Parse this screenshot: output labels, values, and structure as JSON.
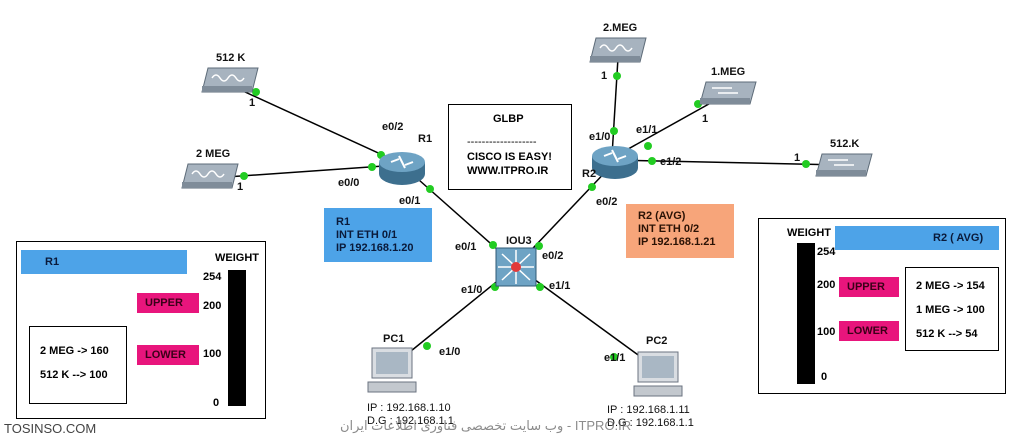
{
  "title_box": {
    "title": "GLBP",
    "separator": "-------------------",
    "line1": "CISCO IS EASY!",
    "line2": "WWW.ITPRO.IR"
  },
  "devices": {
    "r1": "R1",
    "r2": "R2",
    "iou3": "IOU3",
    "pc1": "PC1",
    "pc2": "PC2",
    "cloud_512k_left": "512 K",
    "cloud_2meg_left": "2 MEG",
    "cloud_2meg_top": "2.MEG",
    "switch_1meg": "1.MEG",
    "switch_512k_right": "512.K"
  },
  "ports": {
    "r1_e0_2": "e0/2",
    "r1_e0_0": "e0/0",
    "r1_e0_1": "e0/1",
    "r2_e1_0": "e1/0",
    "r2_e1_1": "e1/1",
    "r2_e1_2": "e1/2",
    "r2_e0_2": "e0/2",
    "iou3_e0_1": "e0/1",
    "iou3_e0_2": "e0/2",
    "iou3_e1_0": "e1/0",
    "iou3_e1_1": "e1/1",
    "pc1_e1_0": "e1/0",
    "pc2_e1_1": "e1/1",
    "cloud_512k_left_1": "1",
    "cloud_2meg_left_1": "1",
    "cloud_2meg_top_1": "1",
    "switch_1meg_1": "1",
    "switch_512k_right_1": "1"
  },
  "r1_info": {
    "line1": "R1",
    "line2": "INT ETH 0/1",
    "line3": "IP 192.168.1.20",
    "color": "#4da3e8"
  },
  "r2_info": {
    "line1": "R2 (AVG)",
    "line2": "INT ETH 0/2",
    "line3": "IP 192.168.1.21",
    "color": "#f7a57a"
  },
  "pc1": {
    "ip": "IP   : 192.168.1.10",
    "gw": "D.G  : 192.168.1.1"
  },
  "pc2": {
    "ip": "IP   : 192.168.1.11",
    "gw": "D.G  : 192.168.1.1"
  },
  "weight_left": {
    "header": "R1",
    "weight_title": "WEIGHT",
    "tick_254": "254",
    "tick_200": "200",
    "tick_100": "100",
    "tick_0": "0",
    "upper": "UPPER",
    "lower": "LOWER",
    "entry1": "2 MEG -> 160",
    "entry2": "512 K --> 100"
  },
  "weight_right": {
    "header": "R2 ( AVG)",
    "weight_title": "WEIGHT",
    "tick_254": "254",
    "tick_200": "200",
    "tick_100": "100",
    "tick_0": "0",
    "upper": "UPPER",
    "lower": "LOWER",
    "entry1": "2 MEG -> 154",
    "entry2": "1 MEG -> 100",
    "entry3": "512 K --> 54"
  },
  "footer": {
    "left": "TOSINSO.COM",
    "right": "ITPRO.IR - وب سایت تخصصی فناوری اطلاعات ایران"
  },
  "colors": {
    "link_dot": "#22cc22",
    "header_blue": "#4da3e8",
    "tag_pink": "#e8157c",
    "bar_black": "#000000"
  }
}
